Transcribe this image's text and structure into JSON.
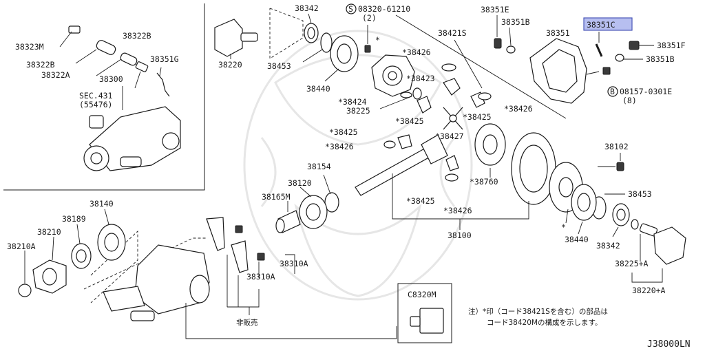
{
  "diagram_code": "J38000LN",
  "highlight": {
    "part": "38351C",
    "color": "#b7bff0",
    "border": "#4a58b8"
  },
  "inset": {
    "labels": [
      "38323M",
      "38322B",
      "38322B",
      "38322A",
      "38300",
      "38351G",
      "SEC.431",
      "(55476)"
    ]
  },
  "labels": {
    "l38220": "38220",
    "l38342a": "38342",
    "l38453a": "38453",
    "l38440a": "38440",
    "bolt_spec": "08320-61210",
    "bolt_qty": "(2)",
    "s_mark": "S",
    "star1": "*",
    "l38421s": "38421S",
    "l38426a": "*38426",
    "l38423": "*38423",
    "l38424": "*38424",
    "l38225": "38225",
    "l38425a": "*38425",
    "l38425b": "*38425",
    "l38426b": "*38426",
    "l38427": "*38427",
    "l38426c": "*38426",
    "l38425c": "*38425",
    "l38760": "*38760",
    "l38426d": "*38426",
    "l38425d": "*38425",
    "l38100": "38100",
    "l38154": "38154",
    "l38120": "38120",
    "l38165m": "38165M",
    "l38351e": "38351E",
    "l38351b": "38351B",
    "l38351": "38351",
    "l38351c": "38351C",
    "l38351f": "38351F",
    "l38351b2": "38351B",
    "b_mark": "B",
    "b_spec": "08157-0301E",
    "b_qty": "(8)",
    "l38102": "38102",
    "l38453b": "38453",
    "star2": "*",
    "l38440b": "38440",
    "l38342b": "38342",
    "l38225a": "38225+A",
    "l38220a": "38220+A",
    "l38140": "38140",
    "l38189": "38189",
    "l38210": "38210",
    "l38210a": "38210A",
    "l38310a1": "38310A",
    "l38310a2": "38310A",
    "not_for_sale": "非販売",
    "c8320m": "C8320M",
    "note_line1": "注）*印（コード38421Sを含む）の部品は",
    "note_line2": "コード38420Mの構成を示します。"
  }
}
